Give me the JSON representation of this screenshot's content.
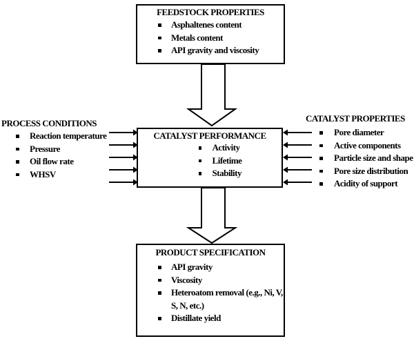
{
  "diagram": {
    "feedstock_box": {
      "title": "FEEDSTOCK PROPERTIES",
      "items": [
        "Asphaltenes content",
        "Metals content",
        "API gravity and viscosity"
      ]
    },
    "process_conditions": {
      "title": "PROCESS CONDITIONS",
      "items": [
        "Reaction temperature",
        "Pressure",
        "Oil flow rate",
        "WHSV"
      ]
    },
    "performance_box": {
      "title": "CATALYST PERFORMANCE",
      "items": [
        "Activity",
        "Lifetime",
        "Stability"
      ]
    },
    "catalyst_properties": {
      "title": "CATALYST PROPERTIES",
      "items": [
        "Pore diameter",
        "Active components",
        "Particle size and shape",
        "Pore size distribution",
        "Acidity of support"
      ]
    },
    "product_box": {
      "title": "PRODUCT SPECIFICATION",
      "items": [
        "API gravity",
        "Viscosity",
        "Heteroatom removal (e.g., Ni, V, S, N, etc.)",
        "Distillate yield"
      ]
    },
    "colors": {
      "line": "#000000",
      "background": "#ffffff",
      "text": "#000000"
    }
  }
}
